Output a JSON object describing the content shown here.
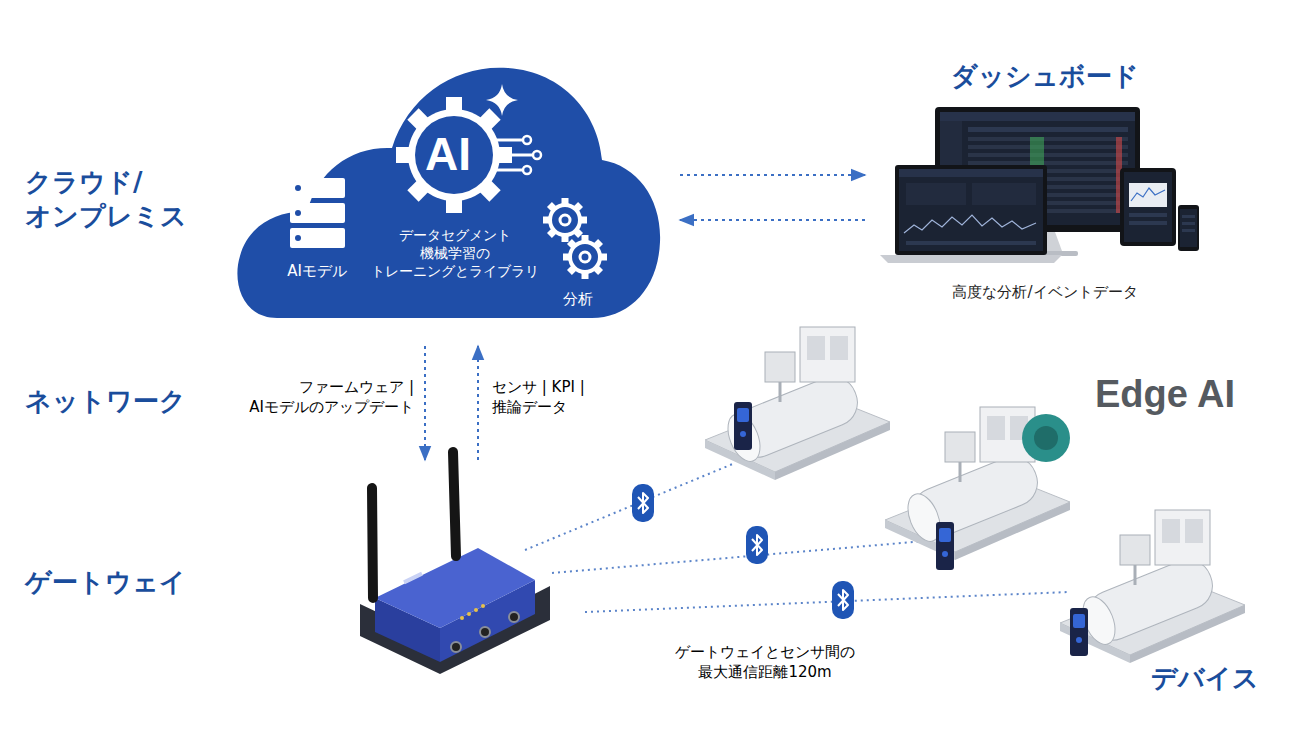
{
  "diagram": {
    "nodes": [
      {
        "text": [
          "AI",
          "データセグメント 機械学習の トレーニングとライブラリ",
          "AIモデル",
          "分析"
        ]
      },
      {
        "text": [
          "ダッシュボード",
          "高度な分析/イベントデータ"
        ]
      }
    ],
    "edges": [
      {
        "from": 0,
        "to": 1,
        "arrow": "to"
      },
      {
        "from": 1,
        "to": 0,
        "arrow": "to"
      }
    ],
    "labels": [
      "クラウド/ オンプレミス",
      "ネットワーク",
      "ゲートウェイ",
      "ファームウェア | AIモデルのアップデート",
      "センサ | KPI | 推論データ",
      "Edge AI",
      "ゲートウェイとセンサ間の 最大通信距離120m",
      "デバイス"
    ]
  }
}
